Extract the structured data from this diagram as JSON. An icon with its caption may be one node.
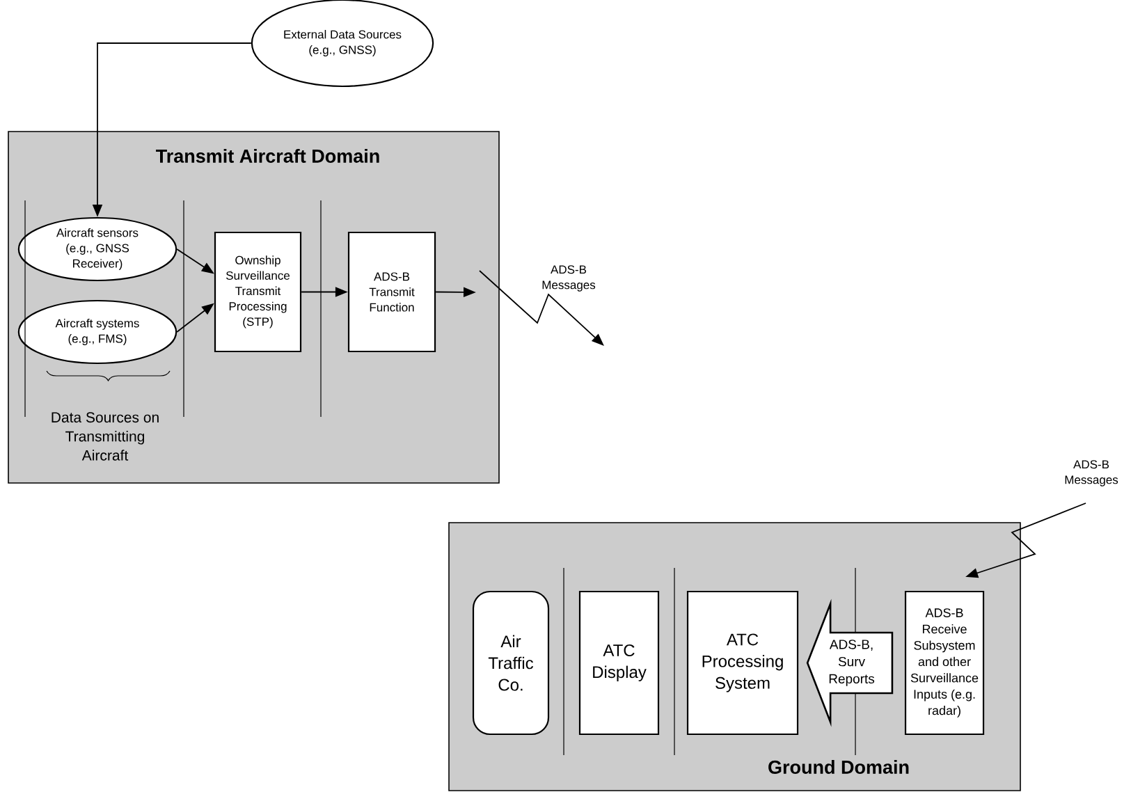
{
  "diagram": {
    "nodes": [
      {
        "text": [
          "Transmit Aircraft Domain"
        ]
      },
      {
        "text": [
          "External Data Sources (e.g., GNSS)"
        ]
      },
      {
        "text": [
          "Aircraft sensors (e.g., GNSS Receiver)"
        ],
        "in": 0
      },
      {
        "text": [
          "Aircraft systems (e.g., FMS)"
        ],
        "in": 0
      },
      {
        "text": [
          "Ownship Surveillance Transmit Processing (STP)"
        ],
        "in": 0
      },
      {
        "text": [
          "ADS-B Transmit Function"
        ],
        "in": 0
      },
      {
        "text": [
          "Ground Domain"
        ]
      },
      {
        "text": [
          "Air Traffic Co."
        ],
        "in": 6
      },
      {
        "text": [
          "ATC Display"
        ],
        "in": 6
      },
      {
        "text": [
          "ATC Processing System"
        ],
        "in": 6
      },
      {
        "text": [
          "ADS-B Receive Subsystem and other Surveillance Inputs (e.g. radar)"
        ],
        "in": 6
      }
    ],
    "edges": [
      {
        "from": 1,
        "to": 2,
        "arrow": "to"
      },
      {
        "from": 2,
        "to": 4,
        "arrow": "to"
      },
      {
        "from": 3,
        "to": 4,
        "arrow": "to"
      },
      {
        "from": 4,
        "to": 5,
        "arrow": "to"
      },
      {
        "from": 5,
        "to": null,
        "arrow": "to"
      },
      {
        "from": 10,
        "to": 9,
        "arrow": "to",
        "label": "ADS-B, Surv Reports",
        "style": "thick"
      }
    ],
    "labels": [
      "ADS-B Messages",
      "Data Sources on Transmitting Aircraft",
      "ADS-B Messages"
    ]
  }
}
